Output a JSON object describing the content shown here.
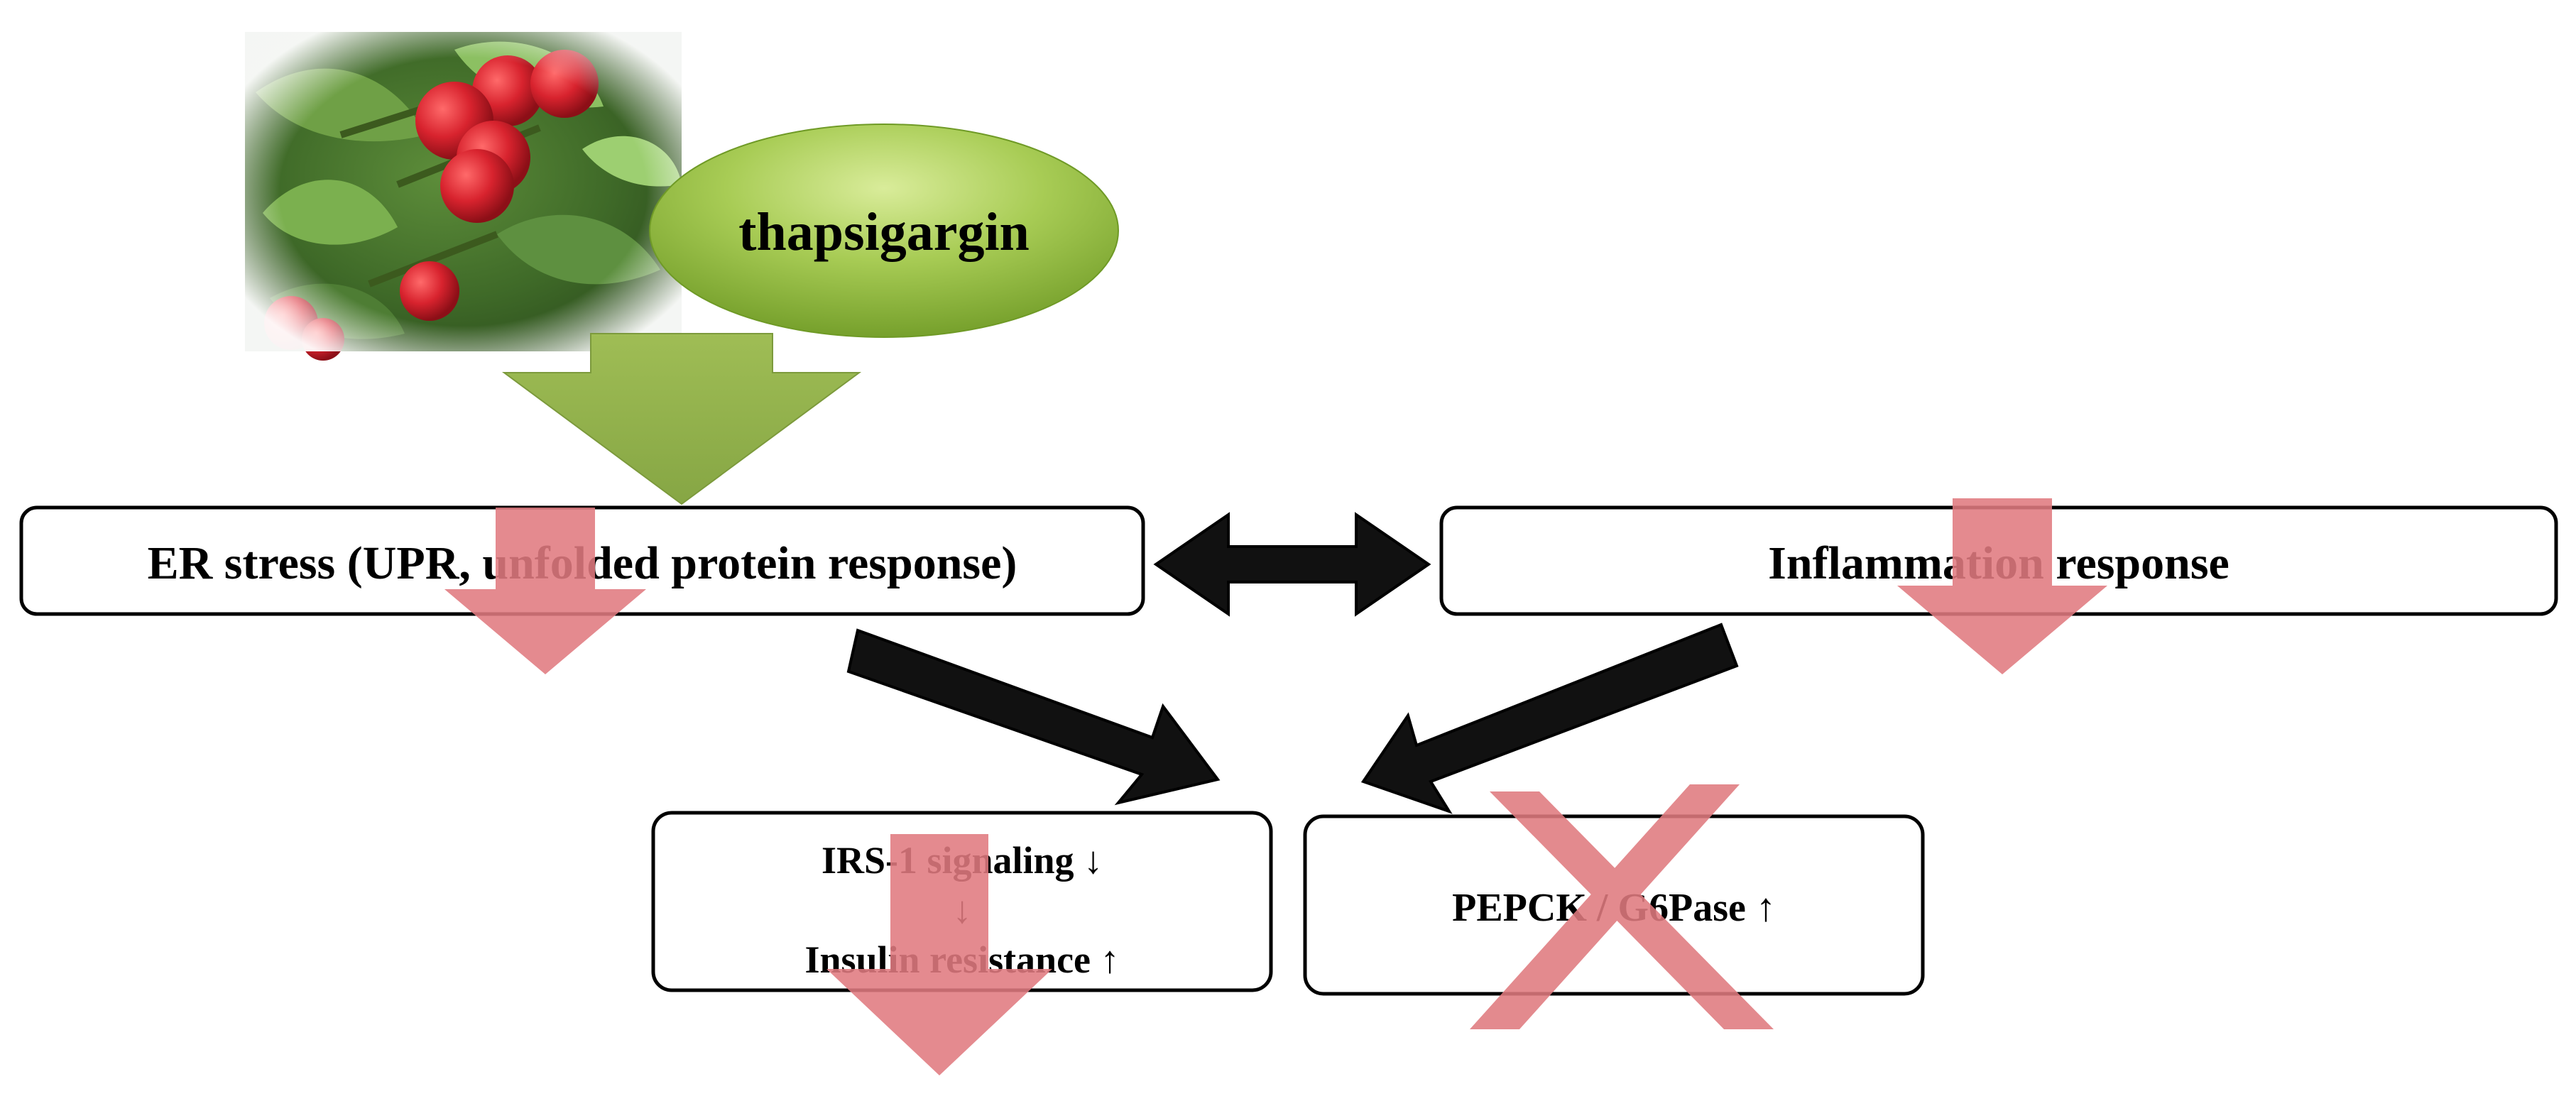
{
  "drug": {
    "label": "thapsigargin"
  },
  "nodes": {
    "er_stress": "ER stress (UPR, unfolded protein response)",
    "inflammation": "Inflammation  response",
    "irs1_line1": "IRS-1 signaling ↓",
    "irs1_line2": "↓",
    "irs1_line3": "Insulin resistance ↑",
    "pepck": "PEPCK / G6Pase ↑"
  },
  "colors": {
    "green_arrow": "#8fae4a",
    "red_marker": "#e07a7f",
    "black_arrow": "#111111",
    "box_border": "#000000",
    "ellipse_light": "#cfe58a",
    "ellipse_dark": "#6f9a26"
  },
  "decorations": {
    "photo": "red-berries-photo-icon",
    "reduced_marker": "down-arrow-icon",
    "blocked_marker": "cross-icon"
  }
}
